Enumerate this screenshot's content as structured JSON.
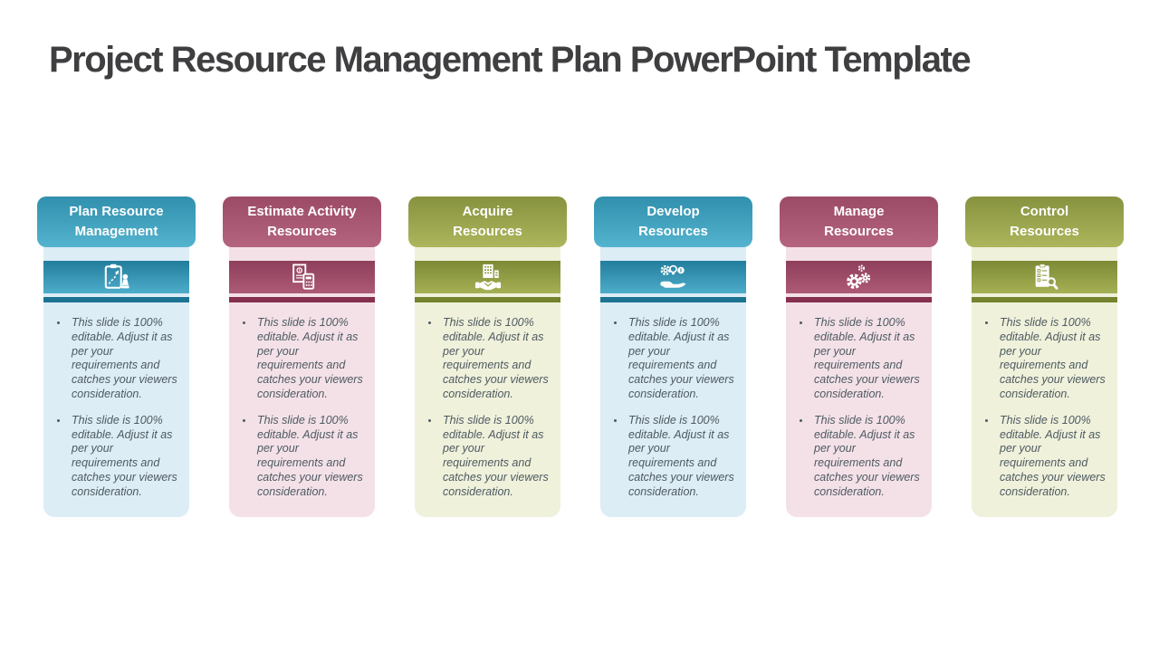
{
  "slide": {
    "title": "Project Resource Management Plan PowerPoint Template"
  },
  "columns": [
    {
      "title": "Plan Resource Management",
      "theme": "teal",
      "icon": "clipboard-strategy-pawn-icon",
      "bullets": [
        "This slide is 100% editable. Adjust it as per your requirements and catches your viewers consideration.",
        "This slide is 100% editable. Adjust it as per your requirements and catches your viewers consideration."
      ]
    },
    {
      "title": "Estimate Activity Resources",
      "theme": "maroon",
      "icon": "invoice-calculator-icon",
      "bullets": [
        "This slide is 100% editable. Adjust it as per your requirements and catches your viewers consideration.",
        "This slide is 100% editable. Adjust it as per your requirements and catches your viewers consideration."
      ]
    },
    {
      "title": "Acquire Resources",
      "theme": "olive",
      "icon": "building-handshake-icon",
      "bullets": [
        "This slide is 100% editable. Adjust it as per your requirements and catches your viewers consideration.",
        "This slide is 100% editable. Adjust it as per your requirements and catches your viewers consideration."
      ]
    },
    {
      "title": "Develop Resources",
      "theme": "teal",
      "icon": "hand-holding-innovation-icon",
      "bullets": [
        "This slide is 100% editable. Adjust it as per your requirements and catches your viewers consideration.",
        "This slide is 100% editable. Adjust it as per your requirements and catches your viewers consideration."
      ]
    },
    {
      "title": "Manage Resources",
      "theme": "maroon",
      "icon": "gears-icon",
      "bullets": [
        "This slide is 100% editable. Adjust it as per your requirements and catches your viewers consideration.",
        "This slide is 100% editable. Adjust it as per your requirements and catches your viewers consideration."
      ]
    },
    {
      "title": "Control Resources",
      "theme": "olive",
      "icon": "checklist-inspection-icon",
      "bullets": [
        "This slide is 100% editable. Adjust it as per your requirements and catches your viewers consideration.",
        "This slide is 100% editable. Adjust it as per your requirements and catches your viewers consideration."
      ]
    }
  ],
  "theme_colors": {
    "teal": {
      "header_top": "#3090ad",
      "header_bottom": "#54b3ce",
      "band_top": "#237d9d",
      "band_bottom": "#4dadca",
      "rule": "#1d7392",
      "body_bg": "#dcedf5"
    },
    "maroon": {
      "header_top": "#9b4b66",
      "header_bottom": "#b5647f",
      "band_top": "#8e3f5b",
      "band_bottom": "#ad5a76",
      "rule": "#85304f",
      "body_bg": "#f4e1e8"
    },
    "olive": {
      "header_top": "#87923f",
      "header_bottom": "#adb65c",
      "band_top": "#7d8a36",
      "band_bottom": "#a6b054",
      "rule": "#75832e",
      "body_bg": "#eff1db"
    }
  },
  "text_colors": {
    "title": "#3f3f41",
    "bullet": "#4e5a61"
  }
}
